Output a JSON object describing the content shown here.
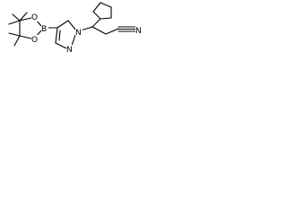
{
  "molecule": {
    "atoms": {
      "boron": "B",
      "oxygen_upper": "O",
      "oxygen_lower": "O",
      "nitrogen_n1": "N",
      "nitrogen_n2": "N",
      "nitrile_nitrogen": "N"
    }
  },
  "colors": {
    "bond": "#000000",
    "background": "#ffffff"
  }
}
